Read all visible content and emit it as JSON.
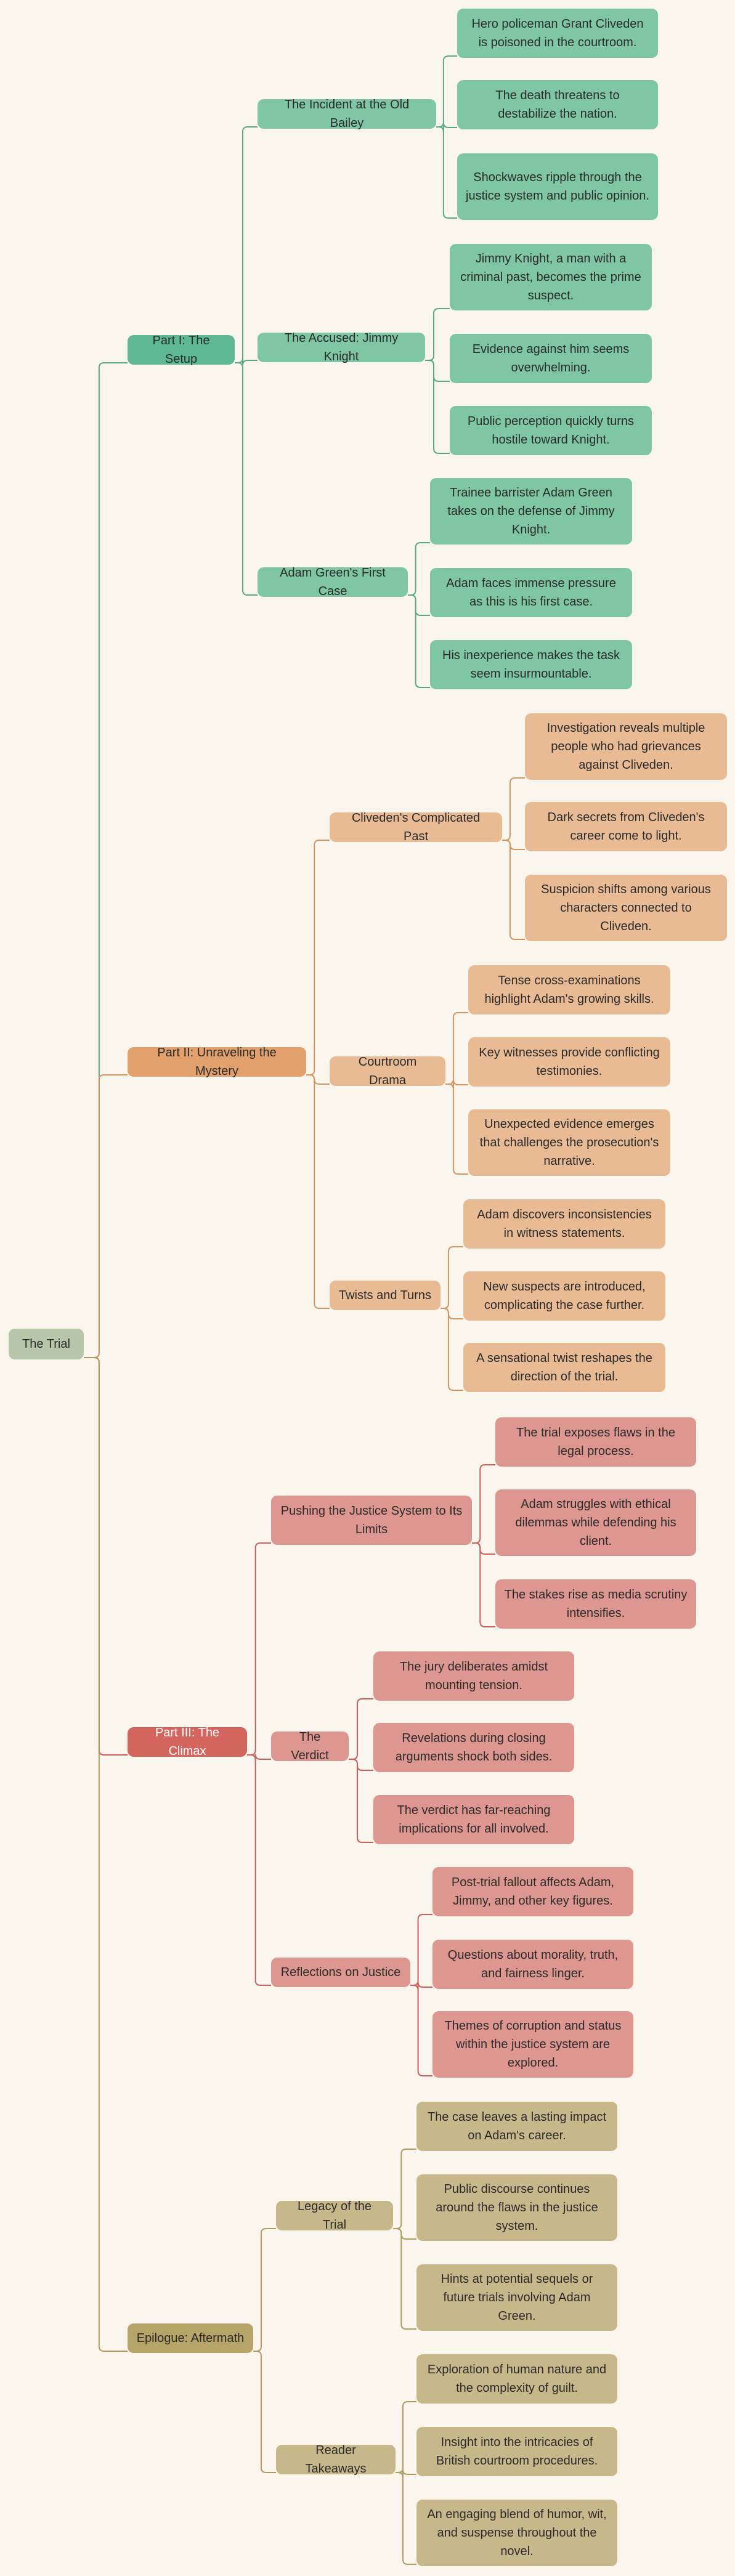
{
  "colors": {
    "background": "#fbf6ed",
    "root": "#b7c6a8",
    "part1": "#5db893",
    "part1_child": "#7ec6a4",
    "part1_line": "#5aa986",
    "part2": "#e2a06c",
    "part2_child": "#e9bb94",
    "part2_line": "#d59560",
    "part3": "#d4645e",
    "part3_child": "#dd9690",
    "part3_line": "#c9605b",
    "part4": "#b6a468",
    "part4_child": "#c7b88b",
    "part4_line": "#ae9c60"
  },
  "root": {
    "label": "The Trial"
  },
  "parts": [
    {
      "label": "Part I: The Setup",
      "sections": [
        {
          "label": "The Incident at the Old Bailey",
          "details": [
            "Hero policeman Grant Cliveden is poisoned in the courtroom.",
            "The death threatens to destabilize the nation.",
            "Shockwaves ripple through the justice system and public opinion."
          ]
        },
        {
          "label": "The Accused: Jimmy Knight",
          "details": [
            "Jimmy Knight, a man with a criminal past, becomes the prime suspect.",
            "Evidence against him seems overwhelming.",
            "Public perception quickly turns hostile toward Knight."
          ]
        },
        {
          "label": "Adam Green's First Case",
          "details": [
            "Trainee barrister Adam Green takes on the defense of Jimmy Knight.",
            "Adam faces immense pressure as this is his first case.",
            "His inexperience makes the task seem insurmountable."
          ]
        }
      ]
    },
    {
      "label": "Part II: Unraveling the Mystery",
      "sections": [
        {
          "label": "Cliveden's Complicated Past",
          "details": [
            "Investigation reveals multiple people who had grievances against Cliveden.",
            "Dark secrets from Cliveden's career come to light.",
            "Suspicion shifts among various characters connected to Cliveden."
          ]
        },
        {
          "label": "Courtroom Drama",
          "details": [
            "Tense cross-examinations highlight Adam's growing skills.",
            "Key witnesses provide conflicting testimonies.",
            "Unexpected evidence emerges that challenges the prosecution's narrative."
          ]
        },
        {
          "label": "Twists and Turns",
          "details": [
            "Adam discovers inconsistencies in witness statements.",
            "New suspects are introduced, complicating the case further.",
            "A sensational twist reshapes the direction of the trial."
          ]
        }
      ]
    },
    {
      "label": "Part III: The Climax",
      "sections": [
        {
          "label": "Pushing the Justice System to Its Limits",
          "details": [
            "The trial exposes flaws in the legal process.",
            "Adam struggles with ethical dilemmas while defending his client.",
            "The stakes rise as media scrutiny intensifies."
          ]
        },
        {
          "label": "The Verdict",
          "details": [
            "The jury deliberates amidst mounting tension.",
            "Revelations during closing arguments shock both sides.",
            "The verdict has far-reaching implications for all involved."
          ]
        },
        {
          "label": "Reflections on Justice",
          "details": [
            "Post-trial fallout affects Adam, Jimmy, and other key figures.",
            "Questions about morality, truth, and fairness linger.",
            "Themes of corruption and status within the justice system are explored."
          ]
        }
      ]
    },
    {
      "label": "Epilogue: Aftermath",
      "sections": [
        {
          "label": "Legacy of the Trial",
          "details": [
            "The case leaves a lasting impact on Adam's career.",
            "Public discourse continues around the flaws in the justice system.",
            "Hints at potential sequels or future trials involving Adam Green."
          ]
        },
        {
          "label": "Reader Takeaways",
          "details": [
            "Exploration of human nature and the complexity of guilt.",
            "Insight into the intricacies of British courtroom procedures.",
            "An engaging blend of humor, wit, and suspense throughout the novel."
          ]
        }
      ]
    }
  ]
}
